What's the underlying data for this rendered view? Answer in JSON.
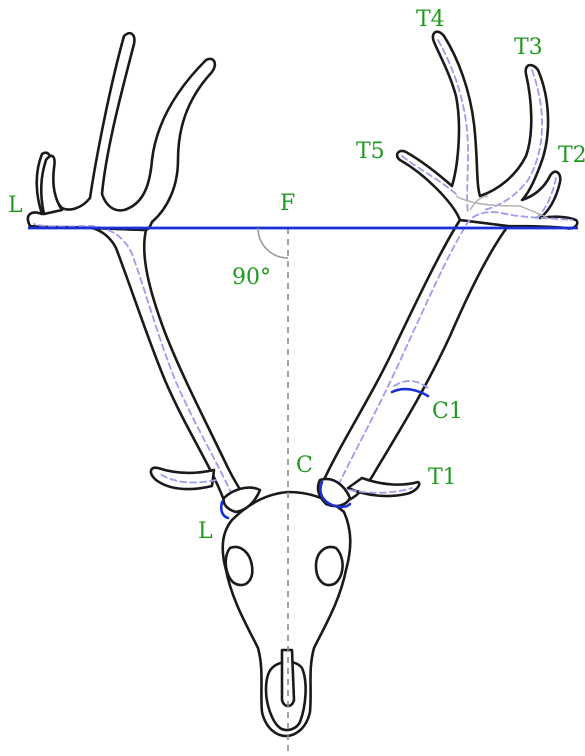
{
  "labels": {
    "L_top": "L",
    "F": "F",
    "angle": "90°",
    "T4": "T4",
    "T3": "T3",
    "T5": "T5",
    "T2": "T2",
    "C1": "C1",
    "C": "C",
    "T1": "T1",
    "L_bottom": "L"
  },
  "colors": {
    "label_green": "#1e9a1e",
    "measure_blue": "#1a2fd6",
    "trace_lavender": "#9c9cf0",
    "outline": "#1a1a1a",
    "midline_gray": "#8c8c8c"
  }
}
